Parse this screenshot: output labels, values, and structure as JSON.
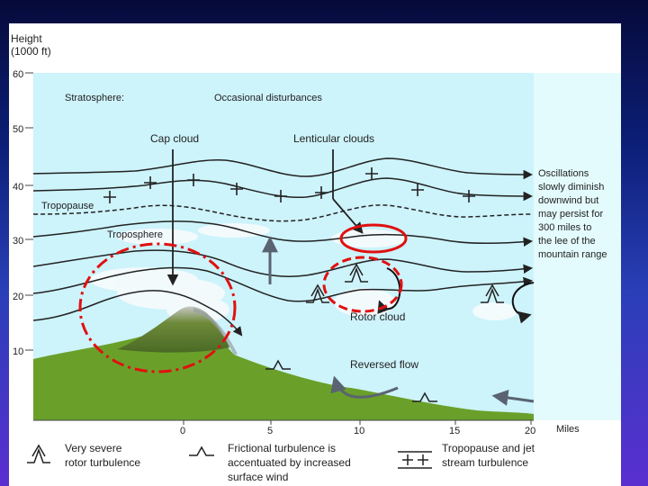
{
  "y_axis": {
    "title_line1": "Height",
    "title_line2": "(1000 ft)",
    "ticks": [
      "60",
      "50",
      "40",
      "30",
      "20",
      "10"
    ]
  },
  "x_axis": {
    "ticks": [
      "0",
      "5",
      "10",
      "15",
      "20"
    ],
    "unit": "Miles"
  },
  "labels": {
    "stratosphere": "Stratosphere:",
    "occasional": "Occasional disturbances",
    "cap_cloud": "Cap cloud",
    "lenticular": "Lenticular clouds",
    "tropopause": "Tropopause",
    "troposphere": "Troposphere",
    "rotor_cloud": "Rotor cloud",
    "reversed_flow": "Reversed flow"
  },
  "side_note": [
    "Oscillations",
    "slowly diminish",
    "downwind but",
    "may persist for",
    "300 miles to",
    "the lee of the",
    "mountain range"
  ],
  "legend": [
    {
      "symbol": "rotor-turbulence-symbol",
      "lines": [
        "Very severe",
        "rotor turbulence"
      ]
    },
    {
      "symbol": "frictional-turbulence-symbol",
      "lines": [
        "Frictional turbulence is",
        "accentuated by increased",
        "surface wind"
      ]
    },
    {
      "symbol": "tropopause-jet-symbol",
      "lines": [
        "Tropopause and jet",
        "stream turbulence"
      ]
    }
  ],
  "colors": {
    "sky": "#cdf3fb",
    "ground": "#6aa02a",
    "mountain": "#4f6b2a",
    "highlight": "#e01010",
    "flow": "#222222"
  }
}
